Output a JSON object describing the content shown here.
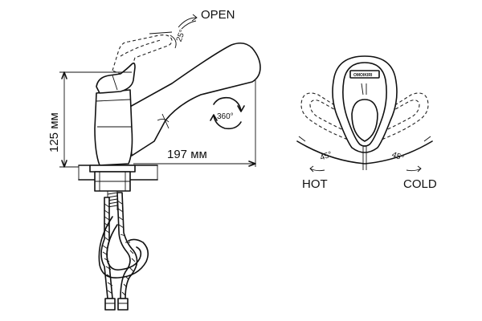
{
  "labels": {
    "open": "OPEN",
    "lever_angle": "25°",
    "height": "125 мм",
    "reach": "197 мм",
    "rotation": "360°",
    "brand": "OMOIKIRI",
    "hot_angle": "45°",
    "cold_angle": "45°",
    "hot": "HOT",
    "cold": "COLD"
  },
  "icons": {
    "rotation": "rotate-360-icon",
    "open_arrow": "curved-arrow-icon",
    "hot_arrow": "left-arrow-icon",
    "cold_arrow": "right-arrow-icon"
  }
}
